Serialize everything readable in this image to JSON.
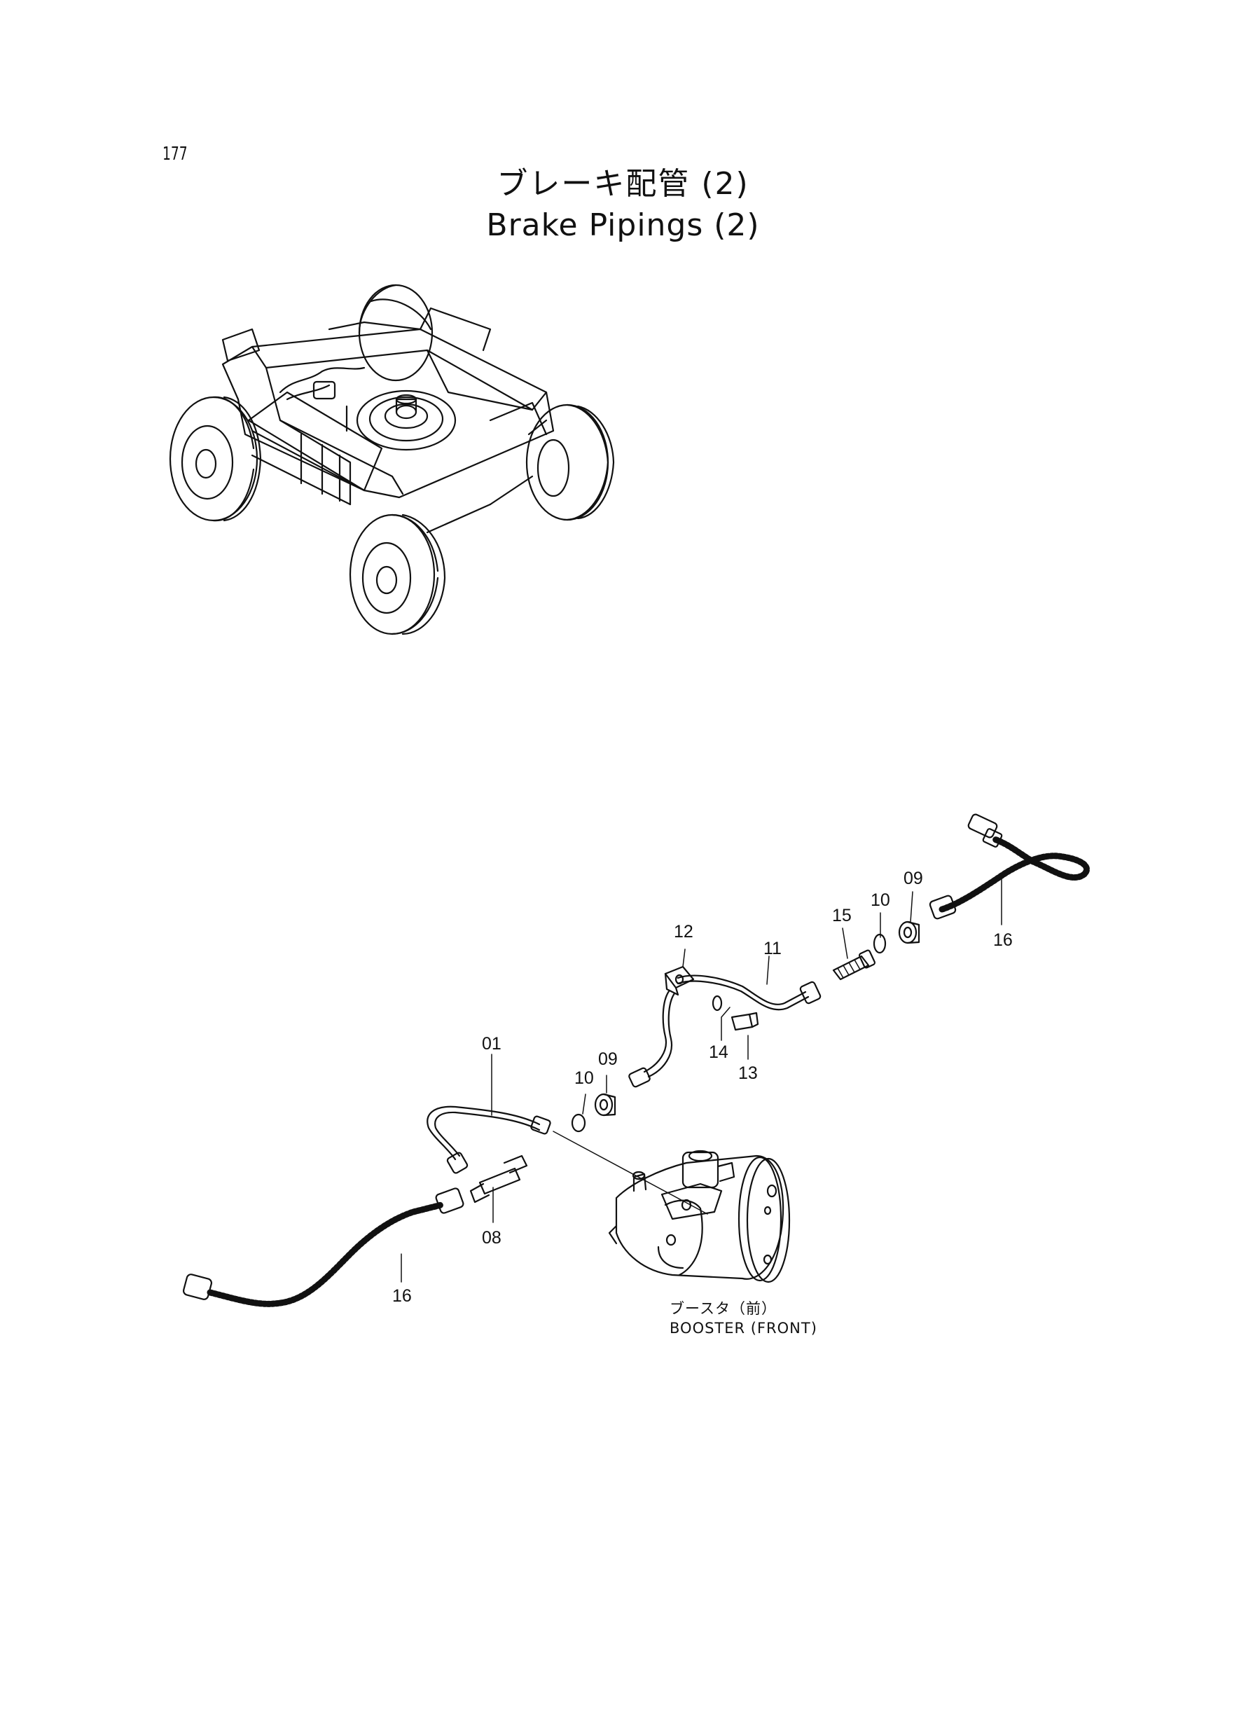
{
  "page": {
    "number": "177"
  },
  "title": {
    "japanese": "ブレーキ配管 (2)",
    "english": "Brake Pipings (2)"
  },
  "callouts": {
    "c01": "01",
    "c08": "08",
    "c09a": "09",
    "c09b": "09",
    "c10a": "10",
    "c10b": "10",
    "c11": "11",
    "c12": "12",
    "c13": "13",
    "c14": "14",
    "c15": "15",
    "c16a": "16",
    "c16b": "16"
  },
  "booster": {
    "label_jp": "ブースタ（前）",
    "label_en": "BOOSTER (FRONT)"
  }
}
